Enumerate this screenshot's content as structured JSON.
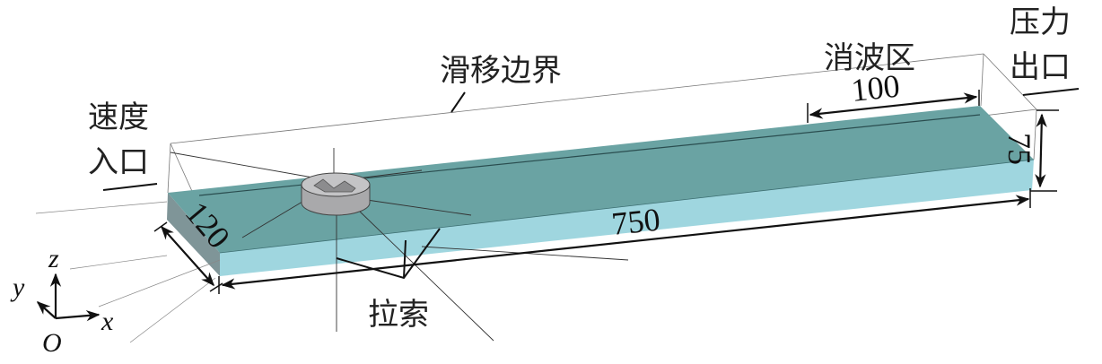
{
  "labels": {
    "slip_boundary": "滑移边界",
    "velocity_inlet_line1": "速度",
    "velocity_inlet_line2": "入口",
    "wave_absorption_zone": "消波区",
    "pressure_outlet_line1": "压力",
    "pressure_outlet_line2": "出口",
    "mooring_cables": "拉索"
  },
  "dimensions": {
    "length": "750",
    "width": "120",
    "depth": "75",
    "absorption_length": "100"
  },
  "axes": {
    "x": "x",
    "y": "y",
    "z": "z",
    "origin": "O"
  },
  "colors": {
    "top_face": "#6aa3a3",
    "front_face": "#9fd6df",
    "side_face": "#7f9598",
    "cylinder": "#a9a9ab"
  }
}
